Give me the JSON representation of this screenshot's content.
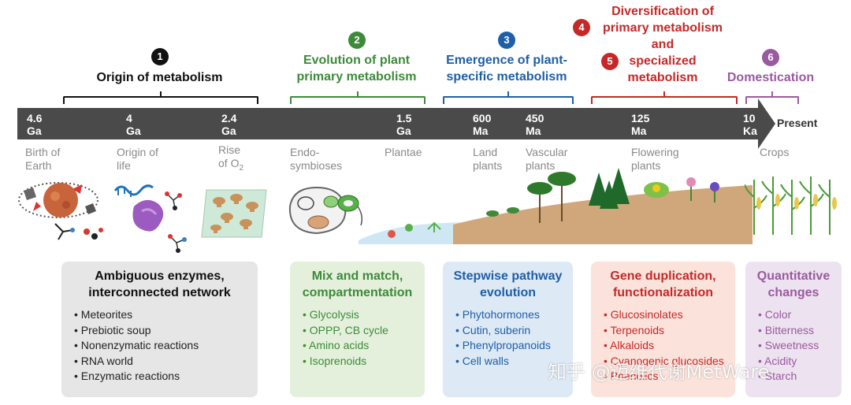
{
  "stages": [
    {
      "number": "1",
      "title_lines": [
        "Origin of metabolism"
      ],
      "color": "#111111"
    },
    {
      "number": "2",
      "title_lines": [
        "Evolution of plant",
        "primary metabolism"
      ],
      "color": "#3d8a3a"
    },
    {
      "number": "3",
      "title_lines": [
        "Emergence of plant-",
        "specific metabolism"
      ],
      "color": "#1e5fa8"
    },
    {
      "number": "4",
      "number_b": "5",
      "title_lines": [
        "Diversification of",
        "primary metabolism",
        "and",
        "specialized",
        "metabolism"
      ],
      "color": "#c62828"
    },
    {
      "number": "6",
      "title_lines": [
        "Domestication"
      ],
      "color": "#9a5aa0"
    }
  ],
  "timeline": {
    "ticks": [
      {
        "value": "4.6",
        "unit": "Ga"
      },
      {
        "value": "4",
        "unit": "Ga"
      },
      {
        "value": "2.4",
        "unit": "Ga"
      },
      {
        "value": "1.5",
        "unit": "Ga"
      },
      {
        "value": "600",
        "unit": "Ma"
      },
      {
        "value": "450",
        "unit": "Ma"
      },
      {
        "value": "125",
        "unit": "Ma"
      },
      {
        "value": "10",
        "unit": "Ka"
      }
    ],
    "end_label": "Present"
  },
  "events": [
    {
      "lines": [
        "Birth of",
        "Earth"
      ]
    },
    {
      "lines": [
        "Origin of",
        "life"
      ]
    },
    {
      "lines": [
        "Rise",
        "of O"
      ],
      "subscript": "2"
    },
    {
      "lines": [
        "Endo-",
        "symbioses"
      ]
    },
    {
      "lines": [
        "Plantae"
      ]
    },
    {
      "lines": [
        "Land",
        "plants"
      ]
    },
    {
      "lines": [
        "Vascular",
        "plants"
      ]
    },
    {
      "lines": [
        "Flowering",
        "plants"
      ]
    },
    {
      "lines": [
        "Crops"
      ]
    }
  ],
  "boxes": [
    {
      "title_lines": [
        "Ambiguous enzymes,",
        "interconnected network"
      ],
      "items": [
        "Meteorites",
        "Prebiotic soup",
        "Nonenzymatic reactions",
        "RNA world",
        "Enzymatic reactions"
      ],
      "bg": "#e6e6e6",
      "title_color": "#111111"
    },
    {
      "title_lines": [
        "Mix and match,",
        "compartmentation"
      ],
      "items": [
        "Glycolysis",
        "OPPP, CB cycle",
        "Amino acids",
        "Isoprenoids"
      ],
      "bg": "#e4f0dc",
      "title_color": "#3d8a3a"
    },
    {
      "title_lines": [
        "Stepwise pathway",
        "evolution"
      ],
      "items": [
        "Phytohormones",
        "Cutin, suberin",
        "Phenylpropanoids",
        "Cell walls"
      ],
      "bg": "#dde9f5",
      "title_color": "#1e5fa8"
    },
    {
      "title_lines": [
        "Gene duplication,",
        "functionalization"
      ],
      "items": [
        "Glucosinolates",
        "Terpenoids",
        "Alkaloids",
        "Cyanogenic glucosides",
        "Phenolics"
      ],
      "bg": "#fbe3dc",
      "title_color": "#c62828"
    },
    {
      "title_lines": [
        "Quantitative",
        "changes"
      ],
      "items": [
        "Color",
        "Bitterness",
        "Sweetness",
        "Acidity",
        "Starch"
      ],
      "bg": "#ede2ef",
      "title_color": "#9a5aa0"
    }
  ],
  "watermark": "知乎 @迈维代谢MetWare"
}
